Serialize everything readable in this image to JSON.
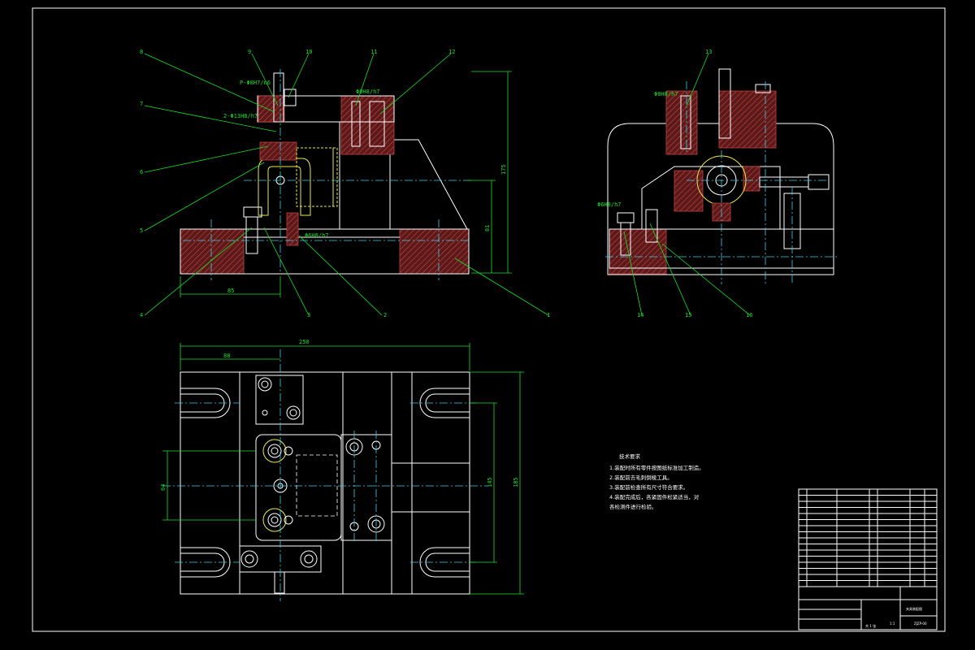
{
  "dimensions": {
    "top_fit_1": "P-Φ8H7/n6",
    "top_fit_2": "2-Φ13H8/h7",
    "top_fit_3": "Φ8H8/h7",
    "top_fit_4": "Φ6H8/h7",
    "top_h1": "175",
    "top_h2": "81",
    "top_w1": "85",
    "side_fit_1": "Φ8H8/h7",
    "side_fit_2": "Φ6H8/h7",
    "plan_w1": "250",
    "plan_w2": "88",
    "plan_h1": "64",
    "plan_h2": "145",
    "plan_h3": "185"
  },
  "balloons": {
    "top": [
      "8",
      "9",
      "10",
      "11",
      "12",
      "7",
      "6",
      "5",
      "4",
      "3",
      "2",
      "1"
    ],
    "side": [
      "13",
      "14",
      "15",
      "16"
    ]
  },
  "notes": {
    "title": "技术要求",
    "lines": [
      "1.装配时所有零件按图纸标准加工制造。",
      "2.装配前去毛刺倒棱工具。",
      "3.装配前检查所有尺寸符合要求。",
      "4.装配完成后，各紧固件松紧适当，对",
      "各检测件进行检验。"
    ]
  },
  "title_block": {
    "drawing_name": "夹具装配图",
    "drawing_no": "ZJZP-00",
    "scale": "1:1",
    "sheet": "共 1 张"
  }
}
